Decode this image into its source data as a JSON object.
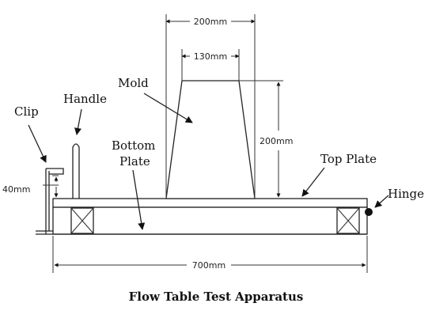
{
  "labels": {
    "clip": "Clip",
    "handle": "Handle",
    "mold": "Mold",
    "bottom_plate_1": "Bottom",
    "bottom_plate_2": "Plate",
    "top_plate": "Top Plate",
    "hinge": "Hinge"
  },
  "dimensions": {
    "mold_bottom_width": "200mm",
    "mold_top_width": "130mm",
    "mold_height": "200mm",
    "clip_height": "40mm",
    "plate_length": "700mm"
  },
  "caption": "Flow Table Test Apparatus"
}
